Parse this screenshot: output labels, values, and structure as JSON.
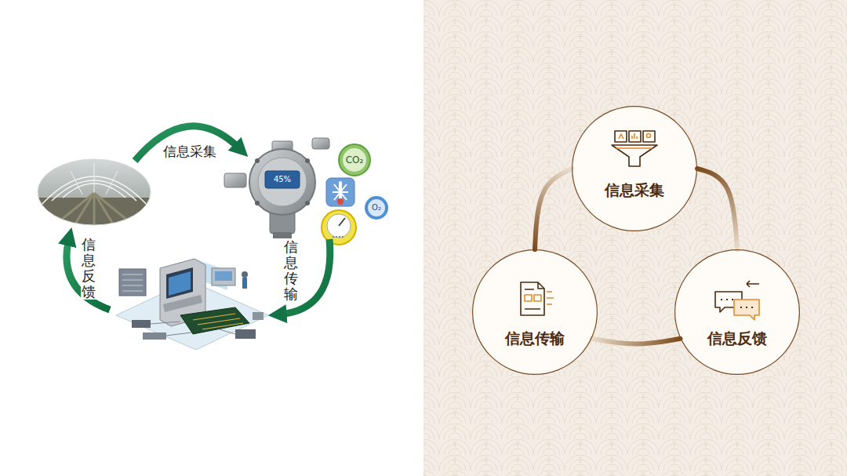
{
  "diagram": {
    "nodes": [
      {
        "text": [
          "信息采集"
        ]
      },
      {
        "text": [
          "信息传输"
        ]
      },
      {
        "text": [
          "信息反馈"
        ]
      }
    ],
    "edges": [
      {
        "from": 0,
        "to": 2,
        "arrow": "none"
      },
      {
        "from": 1,
        "to": 2,
        "arrow": "none"
      },
      {
        "from": 1,
        "to": 0,
        "arrow": "none"
      }
    ],
    "labels": [
      "信息采集",
      "信息传输",
      "信息反馈",
      "CO₂",
      "O₂",
      "45%"
    ]
  }
}
